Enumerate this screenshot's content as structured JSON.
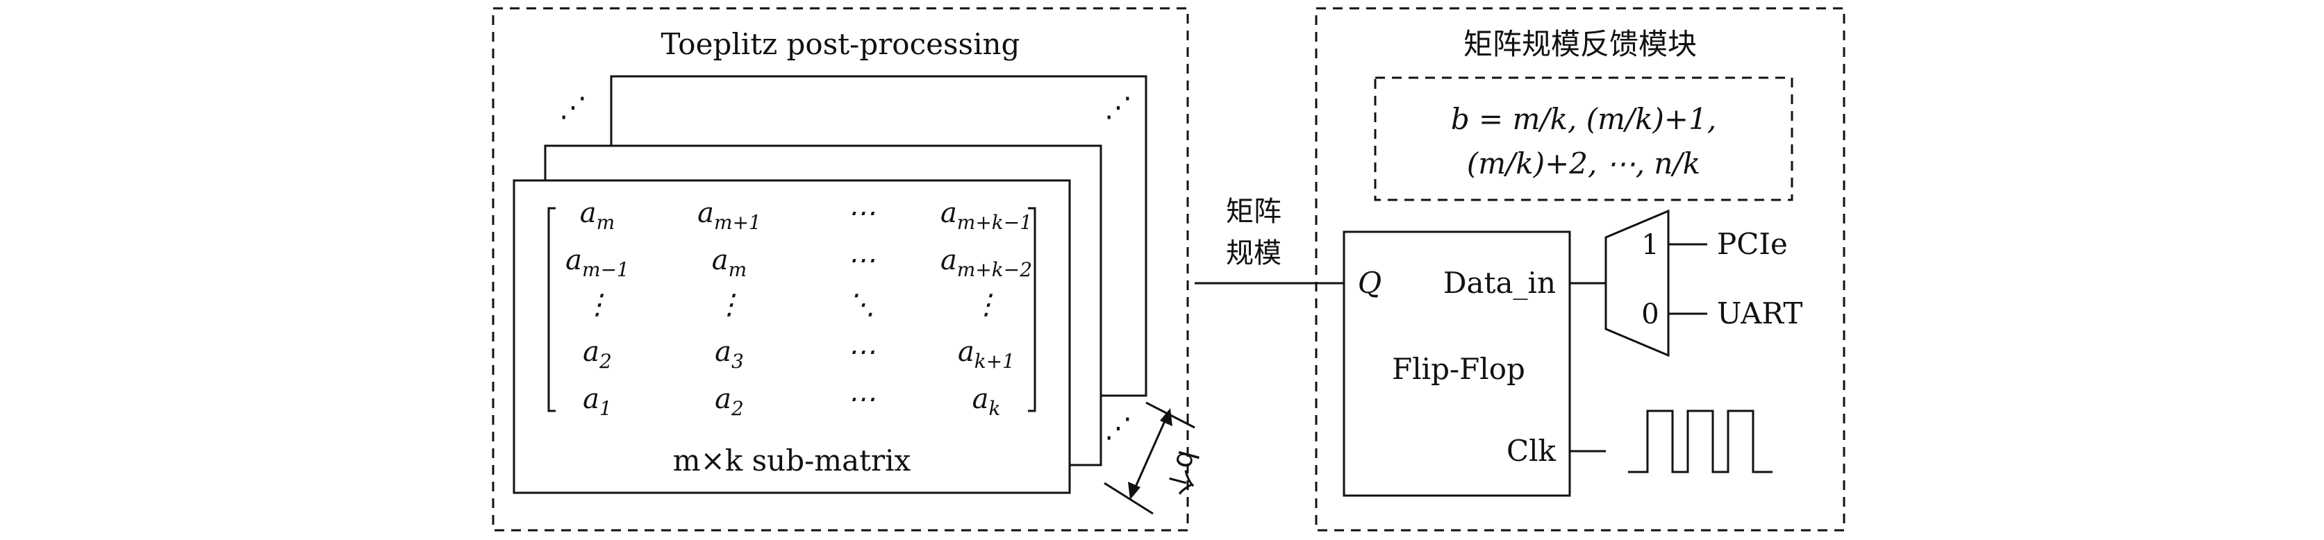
{
  "left_panel": {
    "title": "Toeplitz post-processing",
    "matrix": {
      "rows": [
        [
          "a_m",
          "a_{m+1}",
          "⋯",
          "a_{m+k−1}"
        ],
        [
          "a_{m−1}",
          "a_m",
          "⋯",
          "a_{m+k−2}"
        ],
        [
          "⋮",
          "⋮",
          "⋱",
          "⋮"
        ],
        [
          "a_2",
          "a_3",
          "⋯",
          "a_{k+1}"
        ],
        [
          "a_1",
          "a_2",
          "⋯",
          "a_k"
        ]
      ]
    },
    "submatrix_label": "m×k sub-matrix",
    "stack_ellipsis": "⋰",
    "depth_label": "b个"
  },
  "connector_label_line1": "矩阵",
  "connector_label_line2": "规模",
  "right_panel": {
    "title": "矩阵规模反馈模块",
    "formula_line1": "b = m/k, (m/k)+1,",
    "formula_line2": "(m/k)+2, ⋯, n/k",
    "flipflop": {
      "q_label": "Q",
      "data_in_label": "Data_in",
      "name": "Flip-Flop",
      "clk_label": "Clk"
    },
    "mux": {
      "input_1": "1",
      "input_0": "0",
      "pcie": "PCIe",
      "uart": "UART"
    }
  }
}
